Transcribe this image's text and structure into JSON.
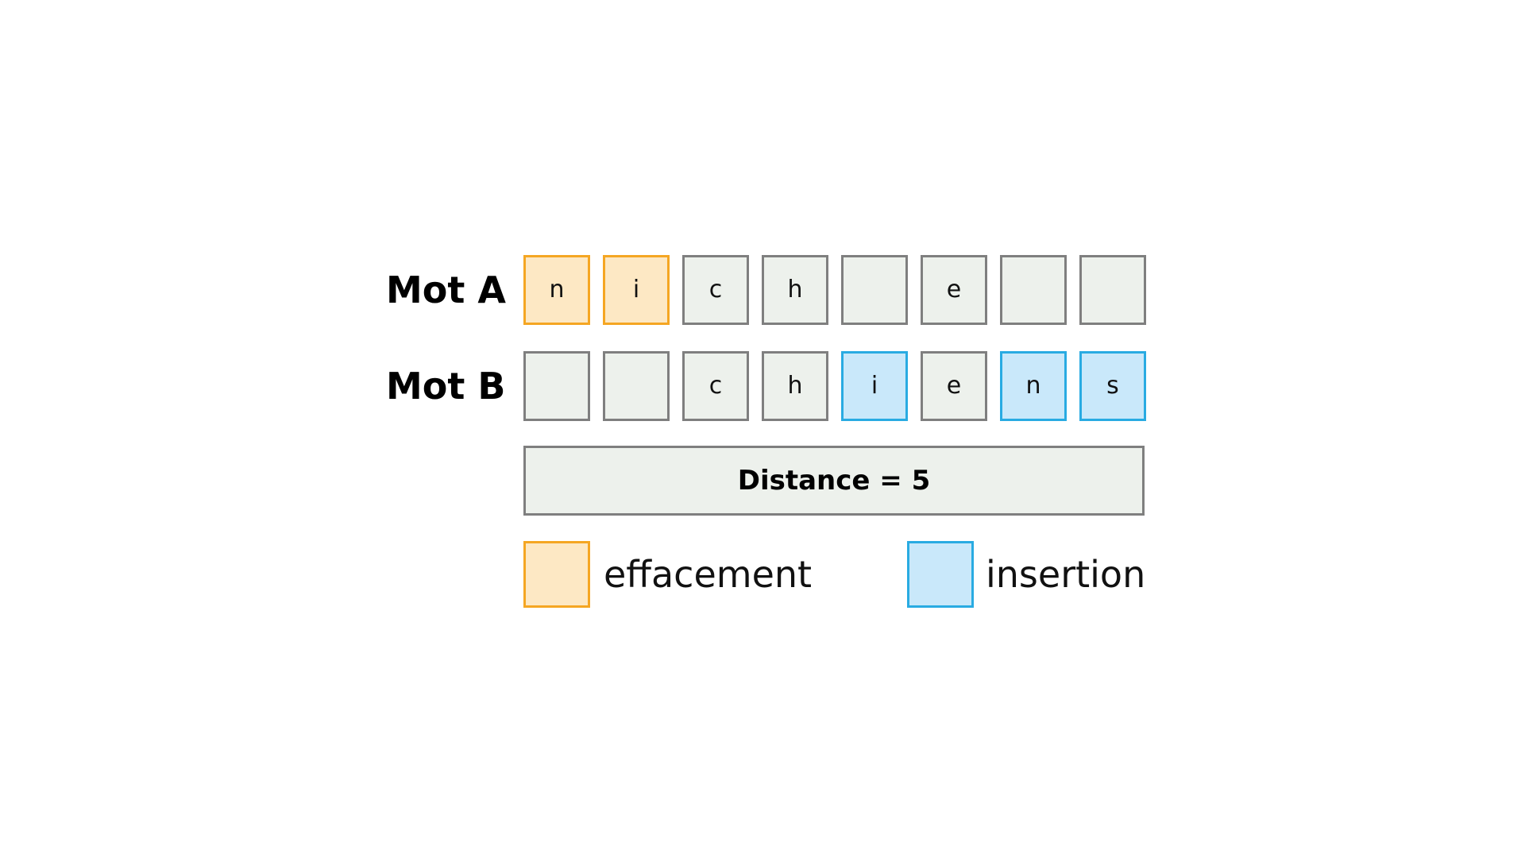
{
  "colors": {
    "neutral_border": "#7f7f7f",
    "neutral_fill": "#edf1ec",
    "delete_border": "#f5a623",
    "delete_fill": "#fde8c4",
    "insert_border": "#29abe2",
    "insert_fill": "#c9e8fa"
  },
  "rows": [
    {
      "label": "Mot A",
      "cells": [
        {
          "char": "n",
          "op": "delete"
        },
        {
          "char": "i",
          "op": "delete"
        },
        {
          "char": "c",
          "op": "none"
        },
        {
          "char": "h",
          "op": "none"
        },
        {
          "char": "",
          "op": "none"
        },
        {
          "char": "e",
          "op": "none"
        },
        {
          "char": "",
          "op": "none"
        },
        {
          "char": "",
          "op": "none"
        }
      ]
    },
    {
      "label": "Mot B",
      "cells": [
        {
          "char": "",
          "op": "none"
        },
        {
          "char": "",
          "op": "none"
        },
        {
          "char": "c",
          "op": "none"
        },
        {
          "char": "h",
          "op": "none"
        },
        {
          "char": "i",
          "op": "insert"
        },
        {
          "char": "e",
          "op": "none"
        },
        {
          "char": "n",
          "op": "insert"
        },
        {
          "char": "s",
          "op": "insert"
        }
      ]
    }
  ],
  "distance_label": "Distance = 5",
  "legend": {
    "delete_label": "effacement",
    "insert_label": "insertion"
  }
}
